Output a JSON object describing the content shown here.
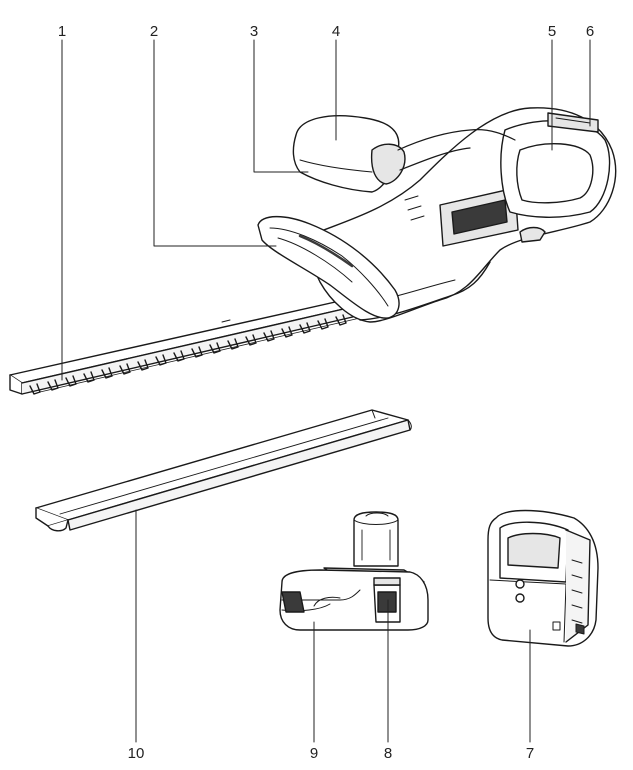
{
  "callouts": {
    "c1": "1",
    "c2": "2",
    "c3": "3",
    "c4": "4",
    "c5": "5",
    "c6": "6",
    "c7": "7",
    "c8": "8",
    "c9": "9",
    "c10": "10"
  },
  "colors": {
    "line": "#1a1a1a",
    "fill": "#ffffff",
    "shade": "#e6e6e6",
    "dark": "#3a3a3a"
  }
}
